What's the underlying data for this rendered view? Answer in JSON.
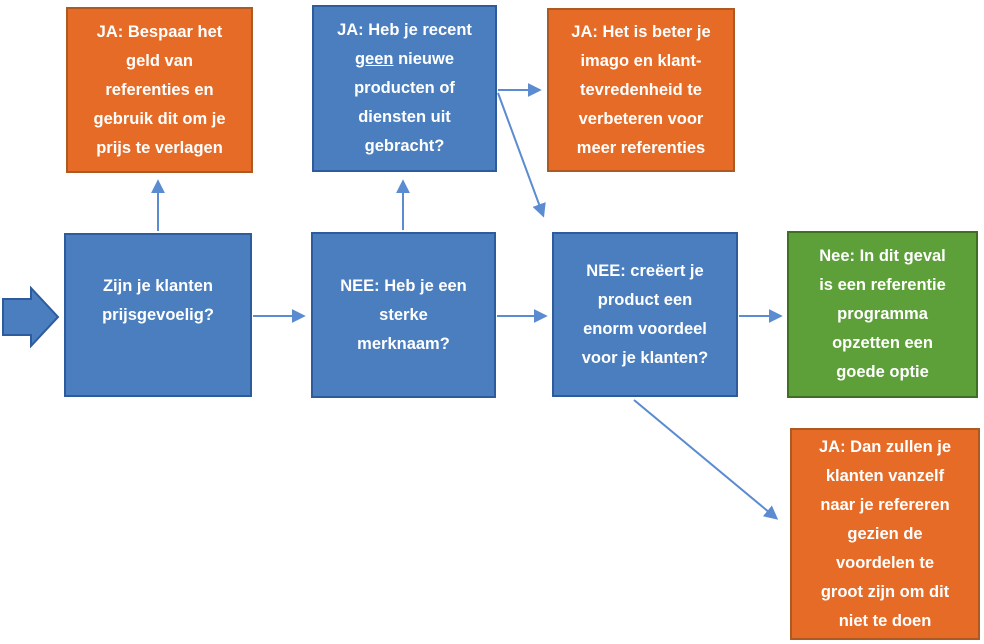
{
  "nodes": {
    "save_money": {
      "text": "JA: Bespaar het\ngeld van\nreferenties en\ngebruik dit om je\nprijs te verlagen"
    },
    "no_new_products": {
      "text_before": "JA: Heb je recent\n",
      "text_underlined": "geen",
      "text_after": " nieuwe\nproducten of\ndiensten uit\ngebracht?"
    },
    "improve_image": {
      "text": "JA: Het is beter je\nimago en klant-\ntevredenheid te\nverbeteren voor\nmeer referenties"
    },
    "price_sensitive": {
      "text": "Zijn je klanten\nprijsgevoelig?"
    },
    "strong_brand": {
      "text": "NEE: Heb je een\nsterke\nmerknaam?"
    },
    "big_advantage": {
      "text": "NEE: creëert je\nproduct een\nenorm voordeel\nvoor je klanten?"
    },
    "referral_program": {
      "text": "Nee: In dit geval\nis een referentie\nprogramma\nopzetten een\ngoede optie"
    },
    "self_referral": {
      "text": "JA: Dan zullen je\nklanten vanzelf\nnaar je refereren\ngezien de\nvoordelen te\ngroot zijn om dit\nniet te doen"
    }
  },
  "colors": {
    "node_blue_fill": "#4A7EBE",
    "node_blue_border": "#2E5B9B",
    "node_orange_fill": "#E56B26",
    "node_orange_border": "#AC5A21",
    "node_green_fill": "#5DA039",
    "node_green_border": "#3F6F21",
    "connector_blue": "#5B8BD0",
    "text_white": "#FFFFFF"
  }
}
